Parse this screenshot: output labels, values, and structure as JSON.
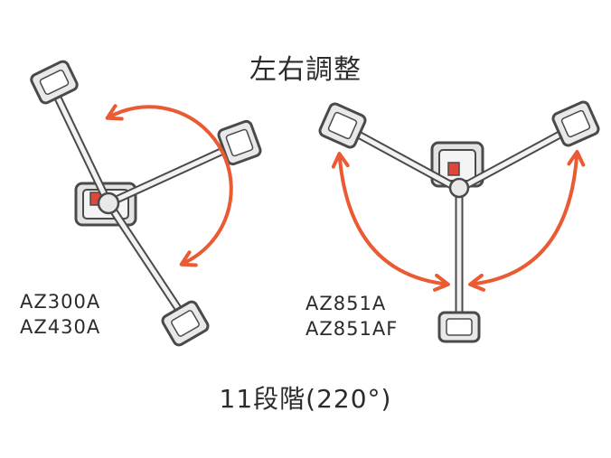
{
  "title": "左右調整",
  "left_unit": {
    "models": [
      "AZ300A",
      "AZ430A"
    ]
  },
  "right_unit": {
    "models": [
      "AZ851A",
      "AZ851AF"
    ]
  },
  "steps_label": "11段階(220°)",
  "colors": {
    "arrow": "#ea5a33",
    "outline": "#4a4a4a",
    "handle_fill": "#e9e9e9",
    "base_red": "#e0463a"
  }
}
